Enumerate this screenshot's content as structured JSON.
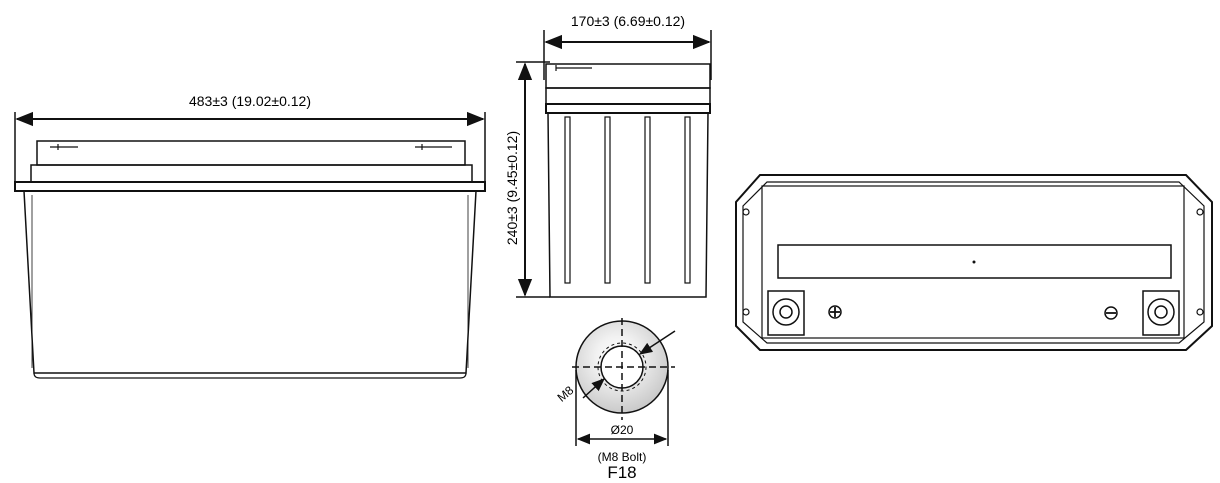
{
  "dimensions": {
    "length": "483±3 (19.02±0.12)",
    "width": "170±3 (6.69±0.12)",
    "height": "240±3 (9.45±0.12)"
  },
  "terminal": {
    "thread": "M8",
    "diameter": "Ø20",
    "bolt": "(M8 Bolt)",
    "code": "F18"
  },
  "colors": {
    "line": "#111111",
    "fill": "#ffffff",
    "terminal_gradient_center": "#ffffff",
    "terminal_gradient_edge": "#c8c8c8"
  }
}
